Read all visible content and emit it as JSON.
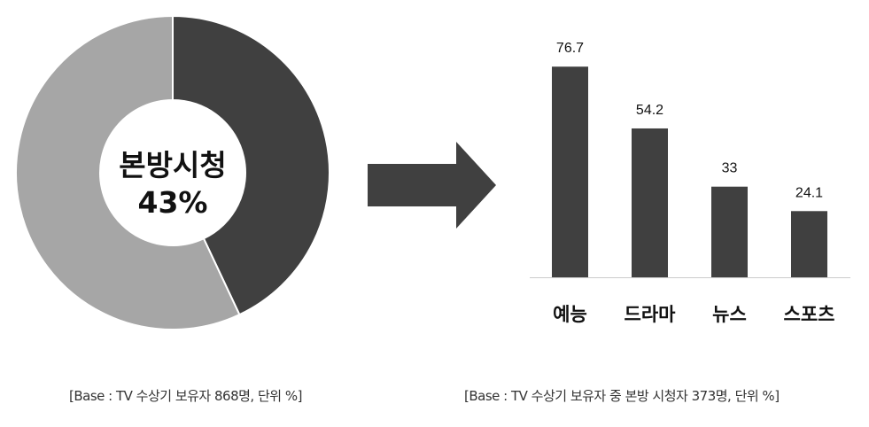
{
  "chart_data": [
    {
      "type": "pie",
      "donut": true,
      "center_label": [
        "본방시청",
        "43%"
      ],
      "slices": [
        {
          "label": "본방시청",
          "value": 43,
          "color": "#404040"
        },
        {
          "value": 57,
          "color": "#a6a6a6"
        }
      ],
      "caption": "[Base : TV 수상기 보유자 868명, 단위 %]"
    },
    {
      "type": "bar",
      "categories": [
        "예능",
        "드라마",
        "뉴스",
        "스포츠"
      ],
      "values": [
        76.7,
        54.2,
        33,
        24.1
      ],
      "data_labels": [
        "76.7",
        "54.2",
        "33",
        "24.1"
      ],
      "color": "#404040",
      "grid": false,
      "caption": "[Base : TV 수상기 보유자 중 본방 시청자 373명, 단위 %]"
    }
  ],
  "arrow": {
    "icon": "right-arrow-icon",
    "color": "#404040"
  }
}
